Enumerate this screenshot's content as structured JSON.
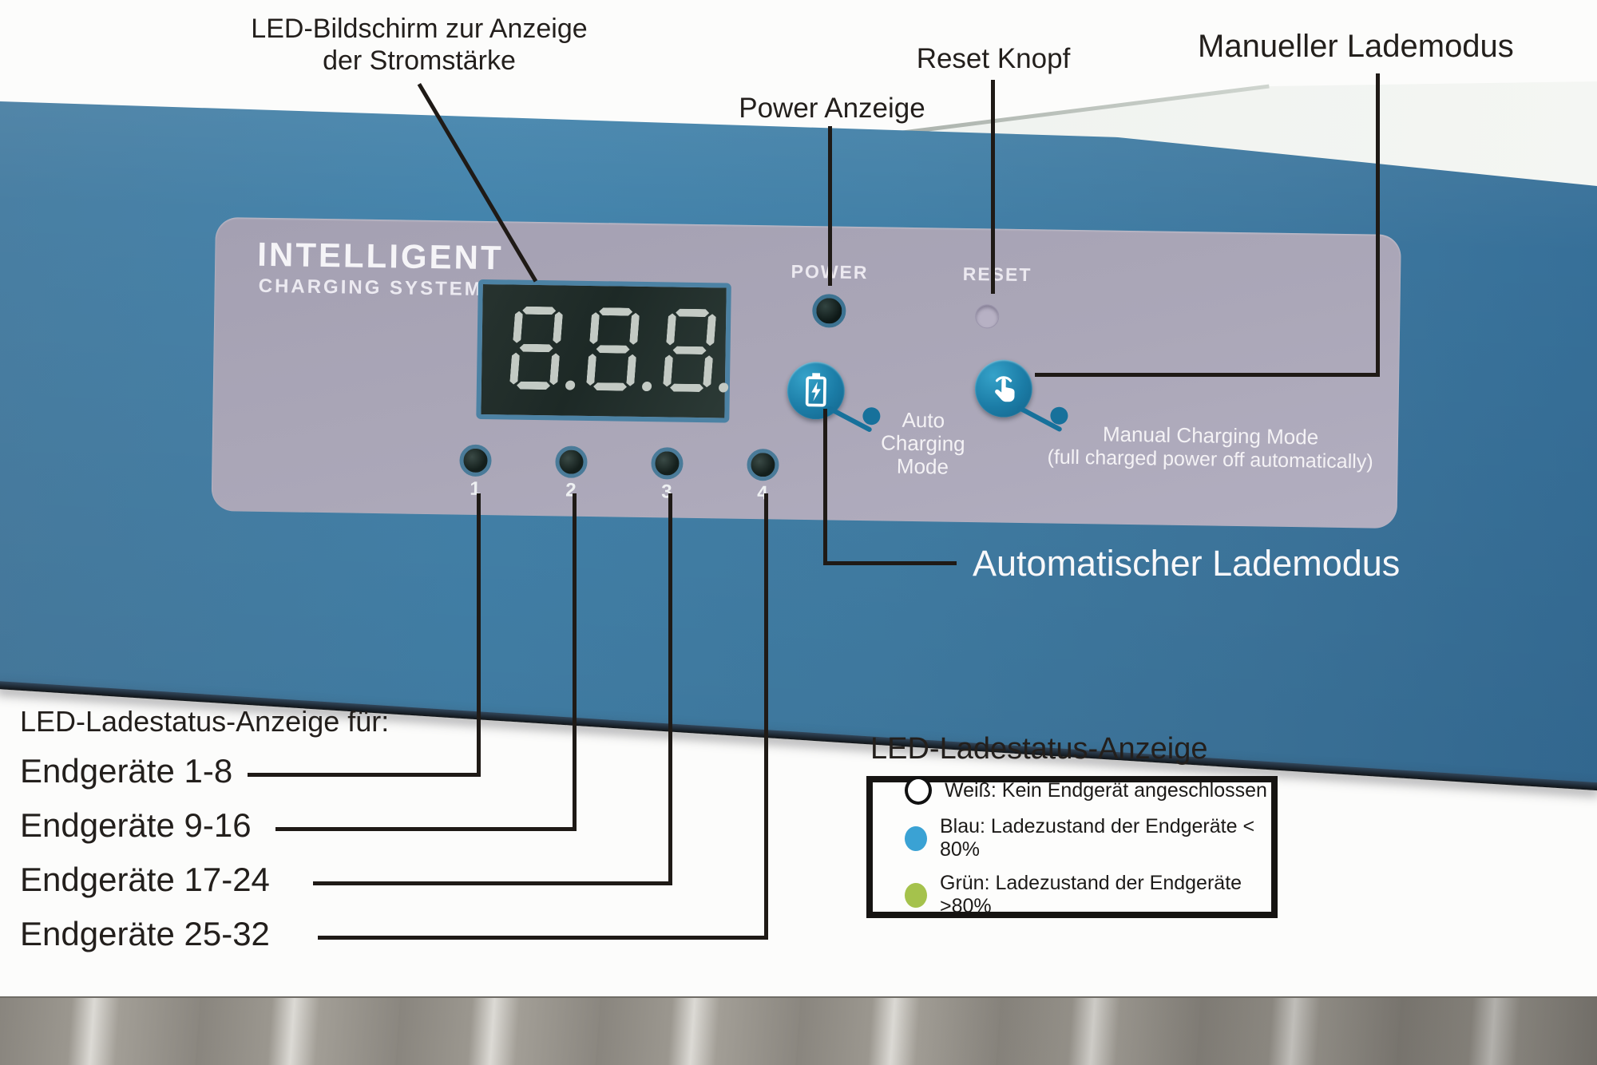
{
  "device": {
    "brand_line1": "INTELLIGENT",
    "brand_line2": "CHARGING SYSTEM",
    "display_value": "8.8.8.",
    "power_label": "POWER",
    "reset_label": "RESET",
    "auto_mode_lines": [
      "Auto",
      "Charging",
      "Mode"
    ],
    "manual_mode_lines": [
      "Manual Charging Mode",
      "(full charged power off automatically)"
    ],
    "led_numbers": [
      "1",
      "2",
      "3",
      "4"
    ]
  },
  "annotations": {
    "display_label_line1": "LED-Bildschirm zur Anzeige",
    "display_label_line2": "der Stromstärke",
    "power_label": "Power Anzeige",
    "reset_label": "Reset Knopf",
    "manual_label": "Manueller Lademodus",
    "auto_label": "Automatischer Lademodus",
    "status_heading": "LED-Ladestatus-Anzeige für:",
    "device_groups": [
      "Endgeräte 1-8",
      "Endgeräte 9-16",
      "Endgeräte 17-24",
      "Endgeräte 25-32"
    ]
  },
  "legend": {
    "heading": "LED-Ladestatus-Anzeige",
    "items": [
      {
        "color_name": "white",
        "color": "#ffffff",
        "label": "Weiß: Kein Endgerät angeschlossen"
      },
      {
        "color_name": "blue",
        "color": "#3aa2d4",
        "label": "Blau: Ladezustand der Endgeräte < 80%"
      },
      {
        "color_name": "green",
        "color": "#a5c24c",
        "label": "Grün: Ladezustand der Endgeräte >80%"
      }
    ]
  },
  "colors": {
    "device_blue": "#4280a7",
    "panel_lavender": "#a8a4b6",
    "button_blue": "#1b7ca6",
    "annotation_line": "#1f1a16",
    "segment_gray": "#c3cac4"
  }
}
